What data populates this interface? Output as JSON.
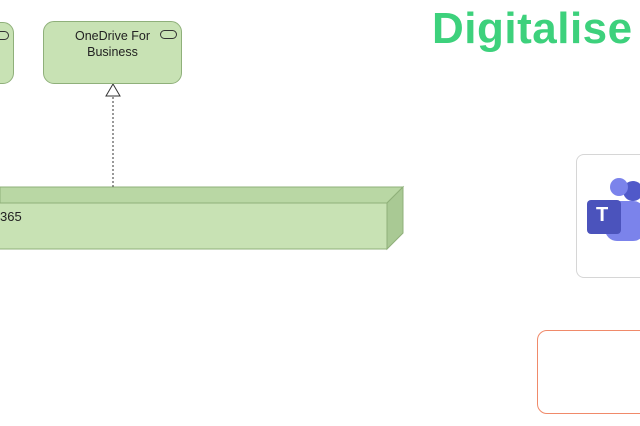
{
  "diagram": {
    "services": [
      {
        "id": "partial-service",
        "label_lines": []
      },
      {
        "id": "onedrive",
        "label_lines": [
          "OneDrive For",
          "Business"
        ]
      }
    ],
    "node": {
      "label": "365"
    },
    "relationship": {
      "type": "realization",
      "from": "node",
      "to": "onedrive"
    }
  },
  "brand": {
    "text": "Digitalise"
  },
  "teams_icon": {
    "letter": "T",
    "colors": {
      "dark": "#4b53bc",
      "mid": "#5059c9",
      "light": "#7b83eb"
    }
  },
  "colors": {
    "service_fill": "#c8e2b4",
    "service_border": "#8fb07a",
    "brand_green": "#3dd17c",
    "card_border_orange": "#f08a6a"
  }
}
